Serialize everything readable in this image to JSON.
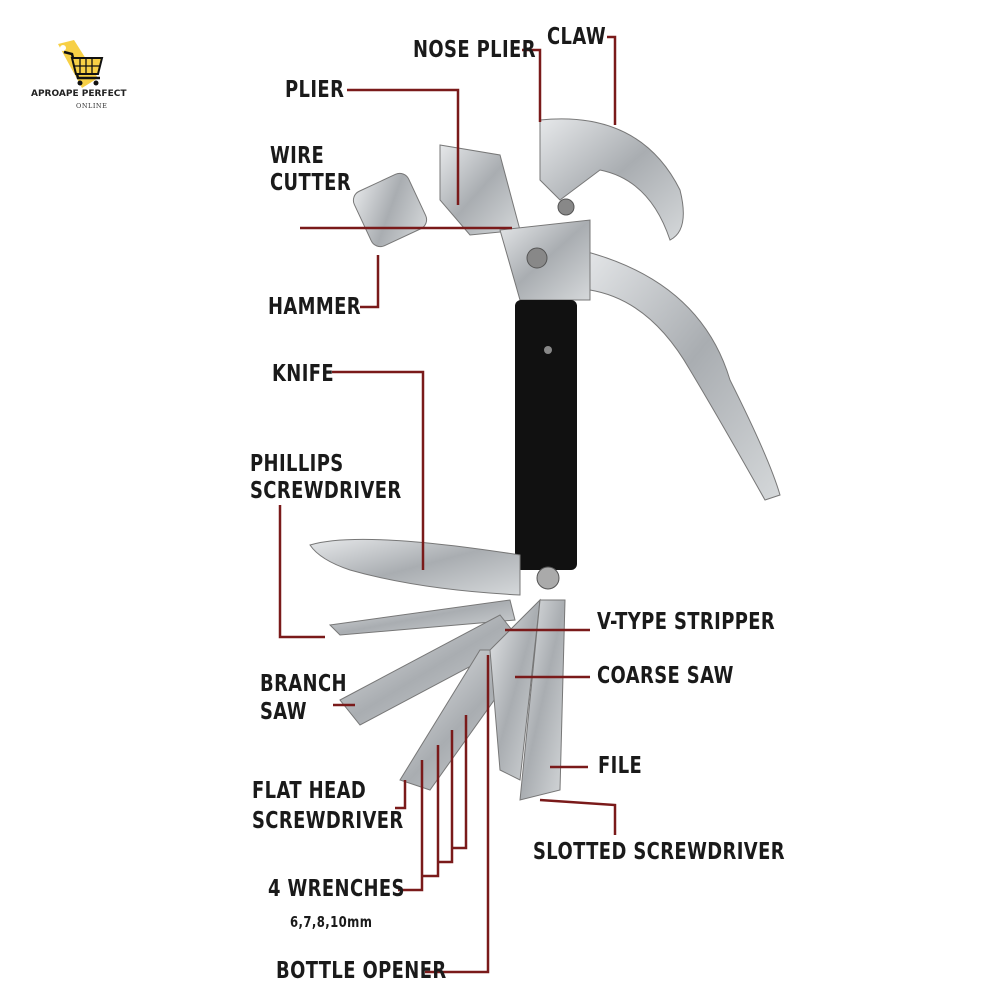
{
  "logo": {
    "name": "APROAPE PERFECT",
    "subtitle": "ONLINE",
    "accent": "#f7d046"
  },
  "labels": {
    "nose_plier": "NOSE PLIER",
    "claw": "CLAW",
    "plier": "PLIER",
    "wire_cutter_1": "WIRE",
    "wire_cutter_2": "CUTTER",
    "hammer": "HAMMER",
    "knife": "KNIFE",
    "phillips_1": "PHILLIPS",
    "phillips_2": "SCREWDRIVER",
    "v_stripper": "V-TYPE STRIPPER",
    "coarse_saw": "COARSE SAW",
    "branch_saw_1": "BRANCH",
    "branch_saw_2": "SAW",
    "file": "FILE",
    "flat_head_1": "FLAT HEAD",
    "flat_head_2": "SCREWDRIVER",
    "slotted": "SLOTTED SCREWDRIVER",
    "wrenches": "4 WRENCHES",
    "wrench_sizes": "6,7,8,10mm",
    "bottle_opener": "BOTTLE OPENER"
  },
  "colors": {
    "leader_line": "#7a1a1a",
    "steel": "#bfc2c5",
    "handle": "#111111"
  }
}
